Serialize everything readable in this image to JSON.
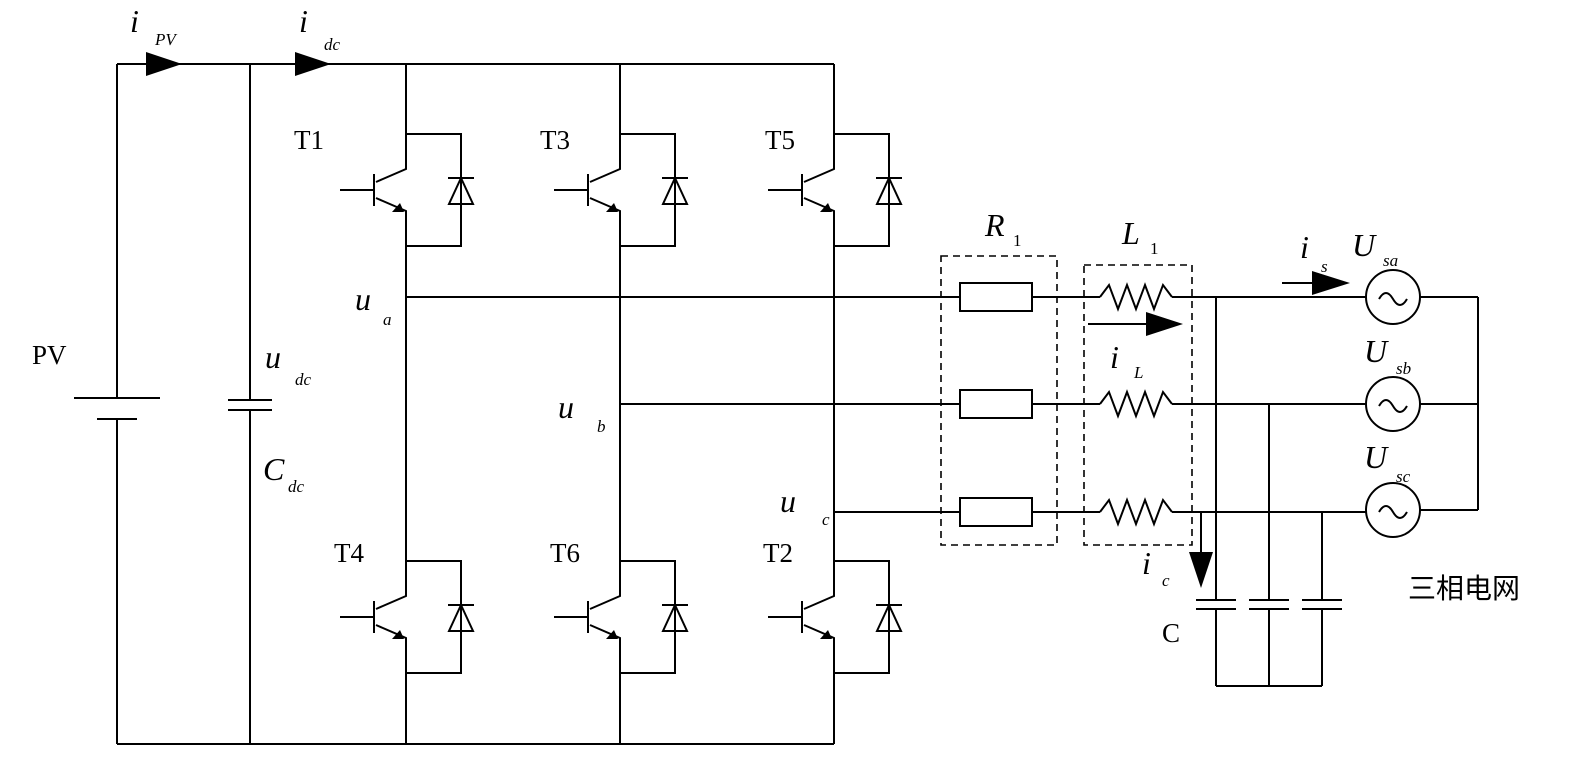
{
  "labels": {
    "pv": "PV",
    "i_pv": {
      "main": "i",
      "sub": "PV"
    },
    "i_dc": {
      "main": "i",
      "sub": "dc"
    },
    "u_dc": {
      "main": "u",
      "sub": "dc"
    },
    "c_dc": {
      "main": "C",
      "sub": "dc"
    },
    "t1": "T1",
    "t3": "T3",
    "t5": "T5",
    "t4": "T4",
    "t6": "T6",
    "t2": "T2",
    "u_a": {
      "main": "u",
      "sub": "a"
    },
    "u_b": {
      "main": "u",
      "sub": "b"
    },
    "u_c": {
      "main": "u",
      "sub": "c"
    },
    "r1": {
      "main": "R",
      "sub": "1"
    },
    "l1": {
      "main": "L",
      "sub": "1"
    },
    "i_s": {
      "main": "i",
      "sub": "s"
    },
    "i_l": {
      "main": "i",
      "sub": "L"
    },
    "i_c": {
      "main": "i",
      "sub": "c"
    },
    "c": "C",
    "u_sa": {
      "main": "U",
      "sub": "sa"
    },
    "u_sb": {
      "main": "U",
      "sub": "sb"
    },
    "u_sc": {
      "main": "U",
      "sub": "sc"
    },
    "grid": "三相电网"
  }
}
